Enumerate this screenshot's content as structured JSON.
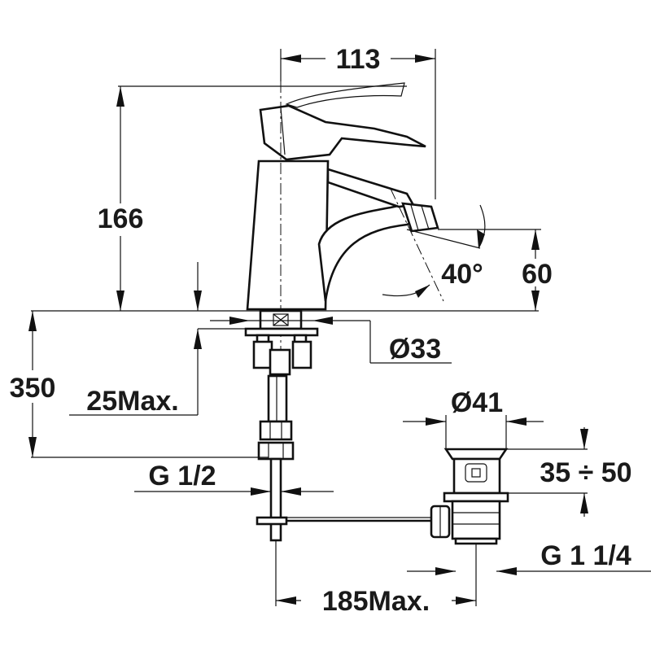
{
  "drawing": {
    "dimensions": {
      "width_113": "113",
      "height_166": "166",
      "angle_40": "40°",
      "height_60": "60",
      "diameter_33": "Ø33",
      "height_350": "350",
      "max_25": "25Max.",
      "diameter_41": "Ø41",
      "range_35_50": "35 ÷ 50",
      "thread_g12": "G 1/2",
      "thread_g114": "G 1 1/4",
      "max_185": "185Max."
    }
  }
}
